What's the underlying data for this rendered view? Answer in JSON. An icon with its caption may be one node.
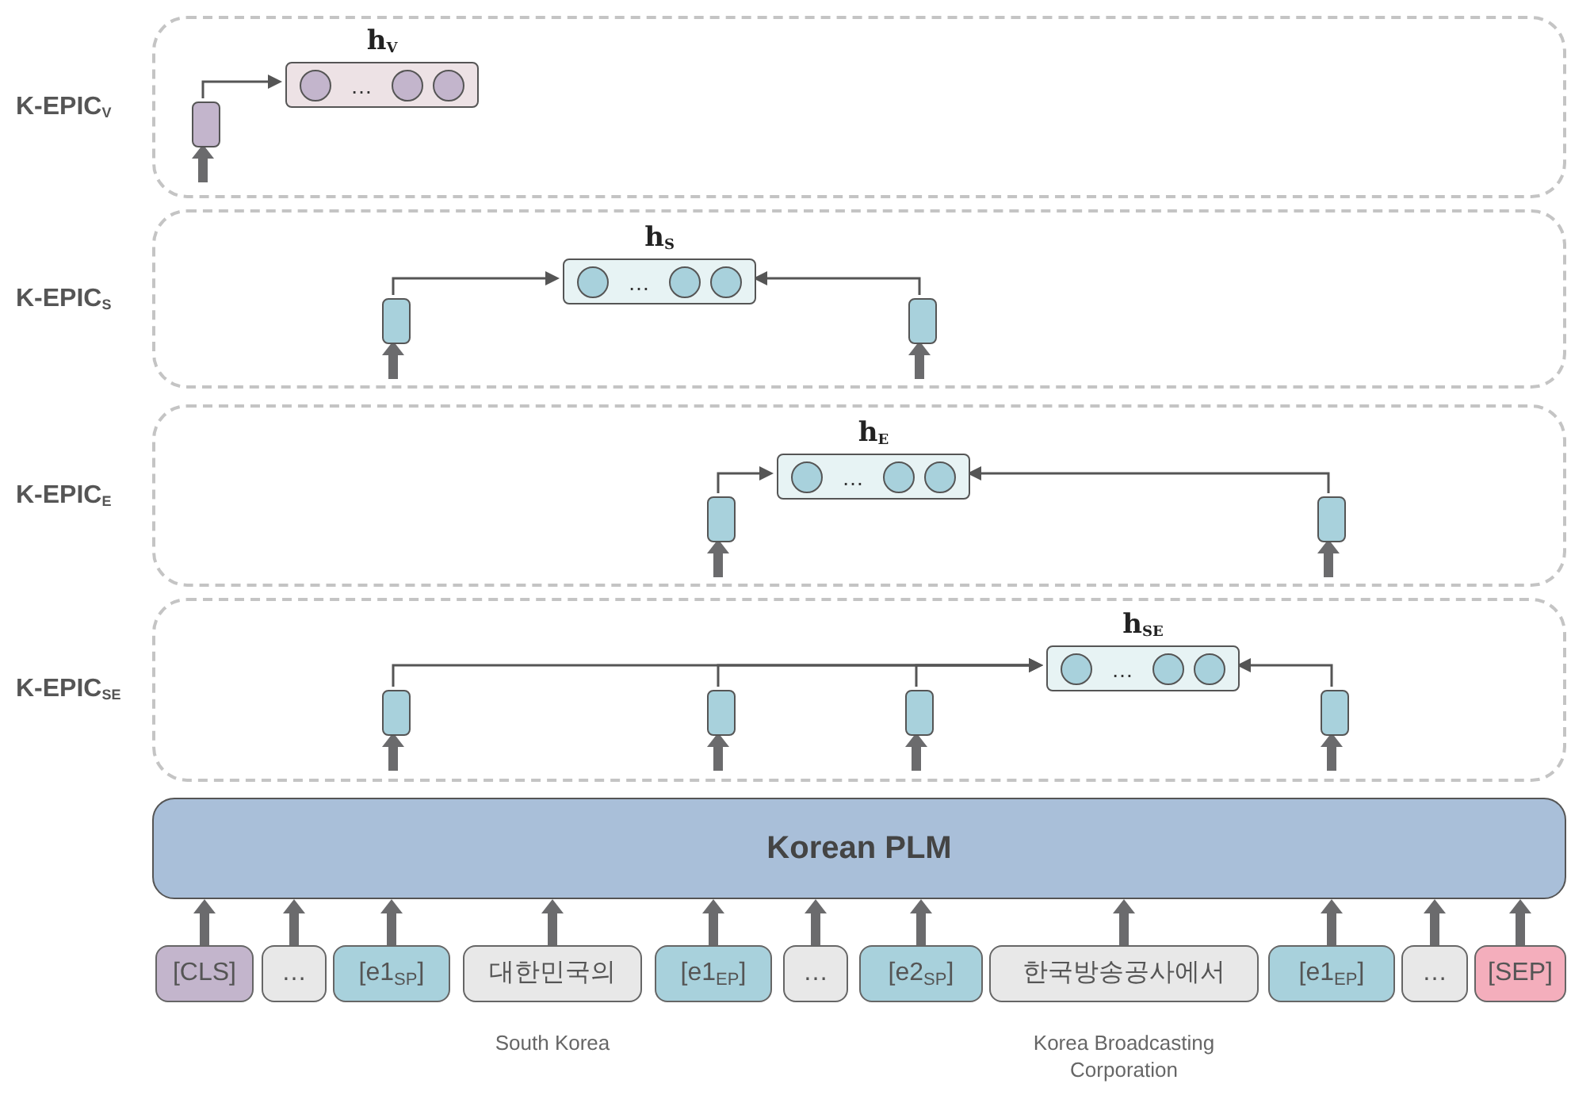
{
  "diagram": {
    "nodes": [
      {
        "text": [
          "K-EPIC$_{V}$"
        ]
      },
      {
        "text": [],
        "shape": "box",
        "in": 0
      },
      {
        "text": [
          "h$_{V}$",
          "…"
        ],
        "in": 0
      },
      {
        "text": [
          "K-EPIC$_{S}$"
        ]
      },
      {
        "text": [],
        "shape": "box",
        "in": 3
      },
      {
        "text": [
          "h$_{S}$",
          "…"
        ],
        "in": 3
      },
      {
        "text": [],
        "shape": "box",
        "in": 3
      },
      {
        "text": [
          "K-EPIC$_{E}$"
        ]
      },
      {
        "text": [],
        "shape": "box",
        "in": 7
      },
      {
        "text": [
          "h$_{E}$",
          "…"
        ],
        "in": 7
      },
      {
        "text": [],
        "shape": "box",
        "in": 7
      },
      {
        "text": [
          "K-EPIC$_{SE}$"
        ]
      },
      {
        "text": [],
        "shape": "box",
        "in": 11
      },
      {
        "text": [],
        "shape": "box",
        "in": 11
      },
      {
        "text": [],
        "shape": "box",
        "in": 11
      },
      {
        "text": [
          "h$_{SE}$",
          "…"
        ],
        "in": 11
      },
      {
        "text": [],
        "shape": "box",
        "in": 11
      },
      {
        "text": [
          "Korean PLM"
        ]
      },
      {
        "text": [
          "[CLS]"
        ]
      },
      {
        "text": [
          "…"
        ]
      },
      {
        "text": [
          "[e1$_{SP}$]"
        ]
      },
      {
        "text": [
          "대한민국의"
        ],
        "beside": [
          "South Korea"
        ]
      },
      {
        "text": [
          "[e1$_{EP}$]"
        ]
      },
      {
        "text": [
          "…"
        ]
      },
      {
        "text": [
          "[e2$_{SP}$]"
        ]
      },
      {
        "text": [
          "한국방송공사에서"
        ],
        "beside": [
          "Korea Broadcasting Corporation"
        ]
      },
      {
        "text": [
          "[e1$_{EP}$]"
        ]
      },
      {
        "text": [
          "…"
        ]
      },
      {
        "text": [
          "[SEP]"
        ]
      }
    ],
    "edges": [
      {
        "from": 1,
        "to": 2,
        "arrow": "to"
      },
      {
        "from": 4,
        "to": 5,
        "arrow": "to"
      },
      {
        "from": 6,
        "to": 5,
        "arrow": "to"
      },
      {
        "from": 8,
        "to": 9,
        "arrow": "to"
      },
      {
        "from": 10,
        "to": 9,
        "arrow": "to"
      },
      {
        "from": 12,
        "to": 15,
        "arrow": "to"
      },
      {
        "from": 13,
        "to": 15,
        "arrow": "to"
      },
      {
        "from": 14,
        "to": 15,
        "arrow": "to"
      },
      {
        "from": 16,
        "to": 15,
        "arrow": "to"
      },
      {
        "from": null,
        "to": 1,
        "arrow": "to"
      },
      {
        "from": null,
        "to": 4,
        "arrow": "to"
      },
      {
        "from": null,
        "to": 6,
        "arrow": "to"
      },
      {
        "from": null,
        "to": 8,
        "arrow": "to"
      },
      {
        "from": null,
        "to": 10,
        "arrow": "to"
      },
      {
        "from": null,
        "to": 12,
        "arrow": "to"
      },
      {
        "from": null,
        "to": 13,
        "arrow": "to"
      },
      {
        "from": null,
        "to": 14,
        "arrow": "to"
      },
      {
        "from": null,
        "to": 16,
        "arrow": "to"
      },
      {
        "from": 18,
        "to": 17,
        "arrow": "to"
      },
      {
        "from": 19,
        "to": 17,
        "arrow": "to"
      },
      {
        "from": 20,
        "to": 17,
        "arrow": "to"
      },
      {
        "from": 21,
        "to": 17,
        "arrow": "to"
      },
      {
        "from": 22,
        "to": 17,
        "arrow": "to"
      },
      {
        "from": 23,
        "to": 17,
        "arrow": "to"
      },
      {
        "from": 24,
        "to": 17,
        "arrow": "to"
      },
      {
        "from": 25,
        "to": 17,
        "arrow": "to"
      },
      {
        "from": 26,
        "to": 17,
        "arrow": "to"
      },
      {
        "from": 27,
        "to": 17,
        "arrow": "to"
      },
      {
        "from": 28,
        "to": 17,
        "arrow": "to"
      }
    ]
  }
}
